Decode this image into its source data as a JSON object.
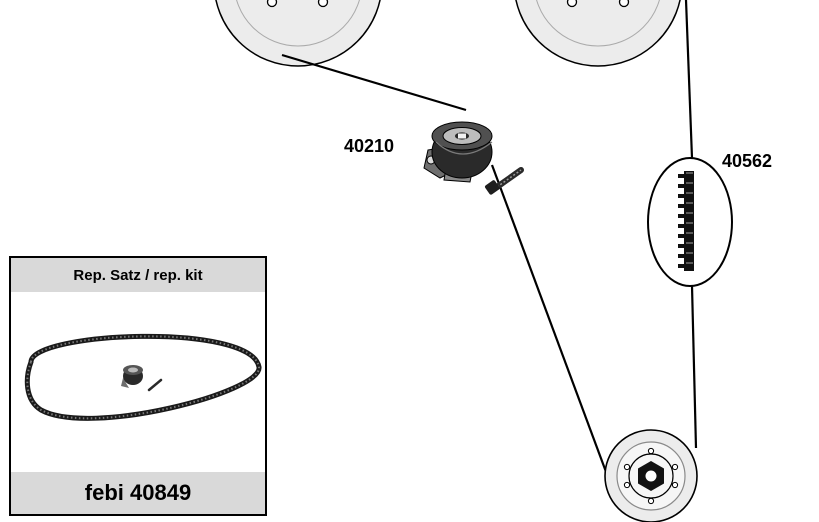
{
  "parts": {
    "tensioner_number": "40210",
    "belt_detail_number": "40562"
  },
  "kit": {
    "header": "Rep. Satz / rep. kit",
    "footer": "febi 40849"
  },
  "colors": {
    "panel_gray": "#d9d9d9",
    "pulley_fill": "#ececec",
    "ink": "#000000"
  },
  "icons": {
    "tensioner": "tensioner-pulley-icon",
    "bolt": "bolt-icon",
    "belt": "toothed-belt-icon"
  }
}
